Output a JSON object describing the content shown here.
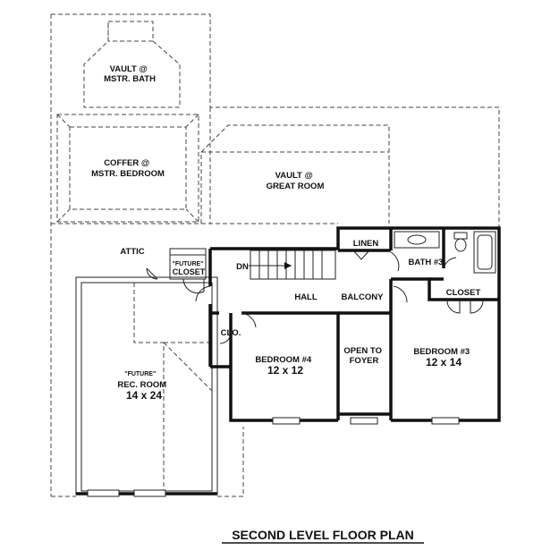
{
  "plan": {
    "title": "SECOND LEVEL FLOOR PLAN",
    "rooms": {
      "vault_mstr_bath": [
        "VAULT @",
        "MSTR. BATH"
      ],
      "coffer_mstr_bedroom": [
        "COFFER @",
        "MSTR. BEDROOM"
      ],
      "vault_great_room": [
        "VAULT @",
        "GREAT ROOM"
      ],
      "attic": "ATTIC",
      "future_closet": [
        "\"FUTURE\"",
        "CLOSET"
      ],
      "dn": "DN",
      "linen": "LINEN",
      "bath3": "BATH #3",
      "hall": "HALL",
      "balcony": "BALCONY",
      "closet": "CLOSET",
      "clo": "CLO.",
      "bedroom4": [
        "BEDROOM #4",
        "12 x 12"
      ],
      "open_to_foyer": [
        "OPEN TO",
        "FOYER"
      ],
      "bedroom3": [
        "BEDROOM #3",
        "12 x 14"
      ],
      "rec_room": [
        "\"FUTURE\"",
        "REC. ROOM",
        "14 x 24"
      ]
    }
  }
}
